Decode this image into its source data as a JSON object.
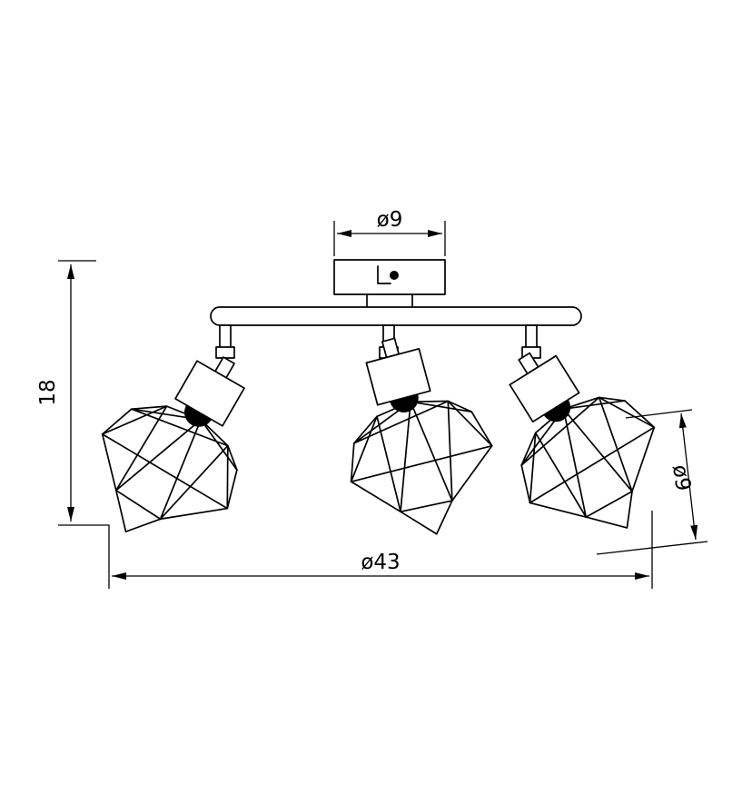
{
  "diagram": {
    "title": "Ceiling spotlight fixture dimension drawing",
    "style": {
      "background": "#ffffff",
      "line_color": "#000000"
    },
    "dimensions": {
      "canopy_width": "ø9",
      "height": "18",
      "total_width": "ø43",
      "shade_diameter": "ø9"
    },
    "components": {
      "canopy": "ceiling-mount-box",
      "bar": "mounting-bar",
      "lamps": [
        "left-cage-spotlight",
        "center-cage-spotlight",
        "right-cage-spotlight"
      ]
    }
  }
}
